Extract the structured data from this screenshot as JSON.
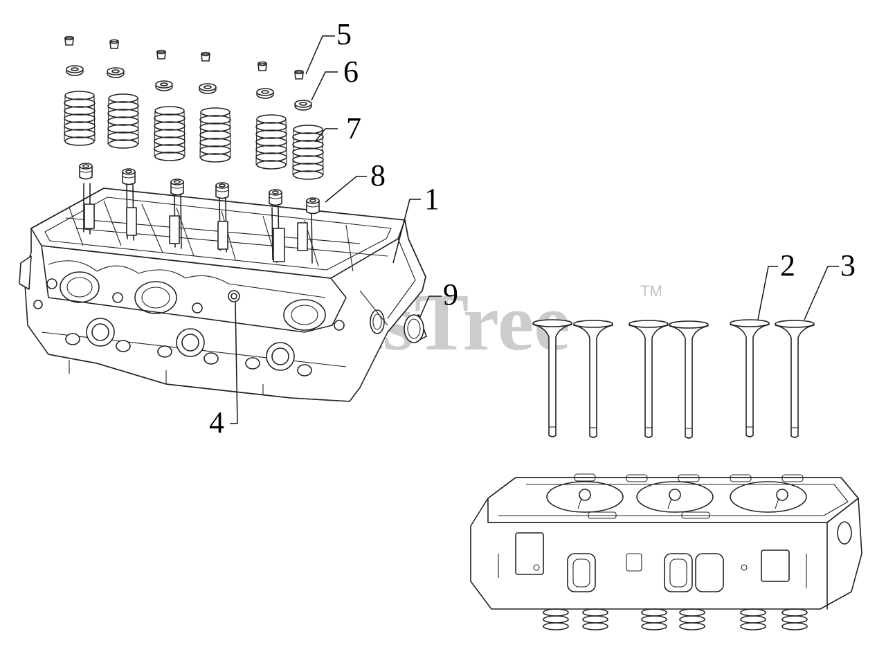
{
  "watermark": {
    "text": "PartsTree",
    "trademark": "TM"
  },
  "callouts": [
    {
      "id": "callout-1",
      "label": "1"
    },
    {
      "id": "callout-2",
      "label": "2"
    },
    {
      "id": "callout-3",
      "label": "3"
    },
    {
      "id": "callout-4",
      "label": "4"
    },
    {
      "id": "callout-5",
      "label": "5"
    },
    {
      "id": "callout-6",
      "label": "6"
    },
    {
      "id": "callout-7",
      "label": "7"
    },
    {
      "id": "callout-8",
      "label": "8"
    },
    {
      "id": "callout-9",
      "label": "9"
    }
  ]
}
